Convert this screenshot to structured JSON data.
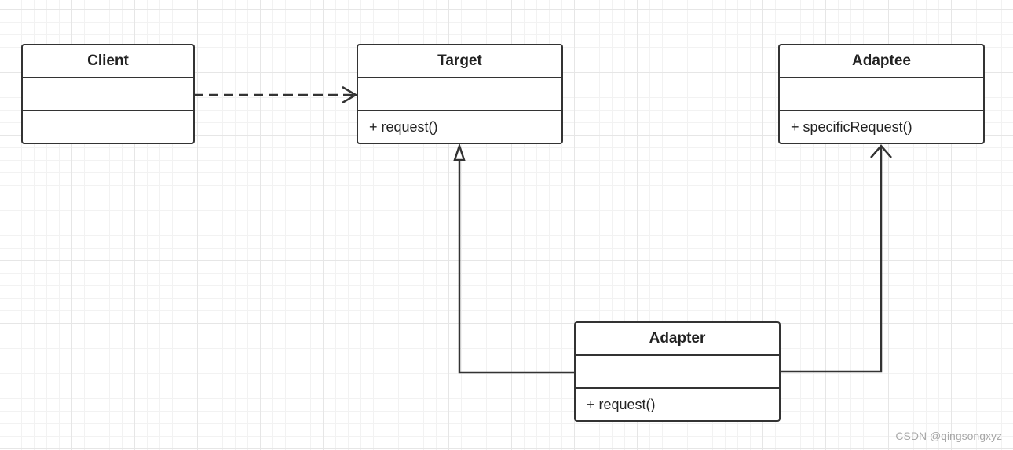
{
  "classes": {
    "client": {
      "name": "Client",
      "attributes": "",
      "operations": ""
    },
    "target": {
      "name": "Target",
      "attributes": "",
      "operations": "+ request()"
    },
    "adaptee": {
      "name": "Adaptee",
      "attributes": "",
      "operations": "+ specificRequest()"
    },
    "adapter": {
      "name": "Adapter",
      "attributes": "",
      "operations": "+ request()"
    }
  },
  "relations": [
    {
      "from": "Client",
      "to": "Target",
      "kind": "dependency"
    },
    {
      "from": "Adapter",
      "to": "Target",
      "kind": "realization"
    },
    {
      "from": "Adapter",
      "to": "Adaptee",
      "kind": "association"
    }
  ],
  "colors": {
    "stroke": "#333333",
    "grid": "#e6e6e6",
    "watermark": "#a8a8a8"
  },
  "watermark": "CSDN @qingsongxyz"
}
